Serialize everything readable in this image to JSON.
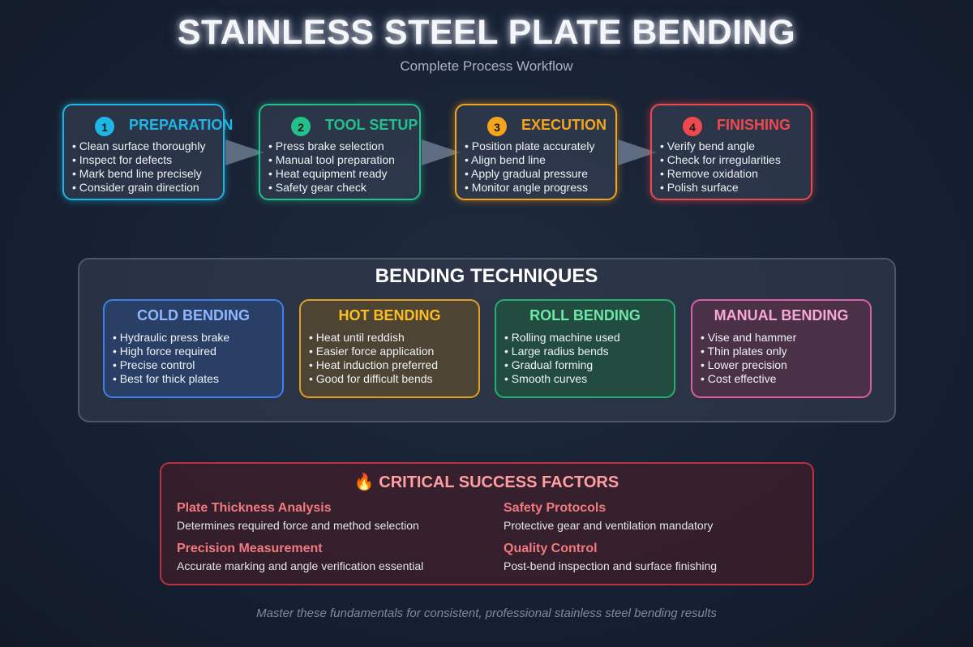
{
  "header": {
    "title": "STAINLESS STEEL PLATE BENDING",
    "subtitle": "Complete Process Workflow"
  },
  "steps": [
    {
      "number": "1",
      "title": "PREPARATION",
      "color": "#1fb6e6",
      "items": [
        "• Clean surface thoroughly",
        "• Inspect for defects",
        "• Mark bend line precisely",
        "• Consider grain direction"
      ]
    },
    {
      "number": "2",
      "title": "TOOL SETUP",
      "color": "#22c08a",
      "items": [
        "• Press brake selection",
        "• Manual tool preparation",
        "• Heat equipment ready",
        "• Safety gear check"
      ]
    },
    {
      "number": "3",
      "title": "EXECUTION",
      "color": "#f5a51c",
      "items": [
        "• Position plate accurately",
        "• Align bend line",
        "• Apply gradual pressure",
        "• Monitor angle progress"
      ]
    },
    {
      "number": "4",
      "title": "FINISHING",
      "color": "#ee4a4e",
      "items": [
        "• Verify bend angle",
        "• Check for irregularities",
        "• Remove oxidation",
        "• Polish surface"
      ]
    }
  ],
  "techniques": {
    "heading": "BENDING TECHNIQUES",
    "cards": [
      {
        "title": "COLD BENDING",
        "color": "#8fb8ff",
        "border": "#3f7ff0",
        "background": "#2a3f66",
        "items": [
          "• Hydraulic press brake",
          "• High force required",
          "• Precise control",
          "• Best for thick plates"
        ]
      },
      {
        "title": "HOT BENDING",
        "color": "#fbbf24",
        "border": "#e0a020",
        "background": "#4e4434",
        "items": [
          "• Heat until reddish",
          "• Easier force application",
          "• Heat induction preferred",
          "• Good for difficult bends"
        ]
      },
      {
        "title": "ROLL BENDING",
        "color": "#6ee7a8",
        "border": "#26b070",
        "background": "#234c40",
        "items": [
          "• Rolling machine used",
          "• Large radius bends",
          "• Gradual forming",
          "• Smooth curves"
        ]
      },
      {
        "title": "MANUAL BENDING",
        "color": "#f9a8d4",
        "border": "#dc5fa5",
        "background": "#4b3148",
        "items": [
          "• Vise and hammer",
          "• Thin plates only",
          "• Lower precision",
          "• Cost effective"
        ]
      }
    ]
  },
  "critical": {
    "icon": "🔥",
    "heading": "CRITICAL SUCCESS FACTORS",
    "factors": [
      {
        "title": "Plate Thickness Analysis",
        "desc": "Determines required force and method selection"
      },
      {
        "title": "Safety Protocols",
        "desc": "Protective gear and ventilation mandatory"
      },
      {
        "title": "Precision Measurement",
        "desc": "Accurate marking and angle verification essential"
      },
      {
        "title": "Quality Control",
        "desc": "Post-bend inspection and surface finishing"
      }
    ]
  },
  "footer": "Master these fundamentals for consistent, professional stainless steel bending results"
}
